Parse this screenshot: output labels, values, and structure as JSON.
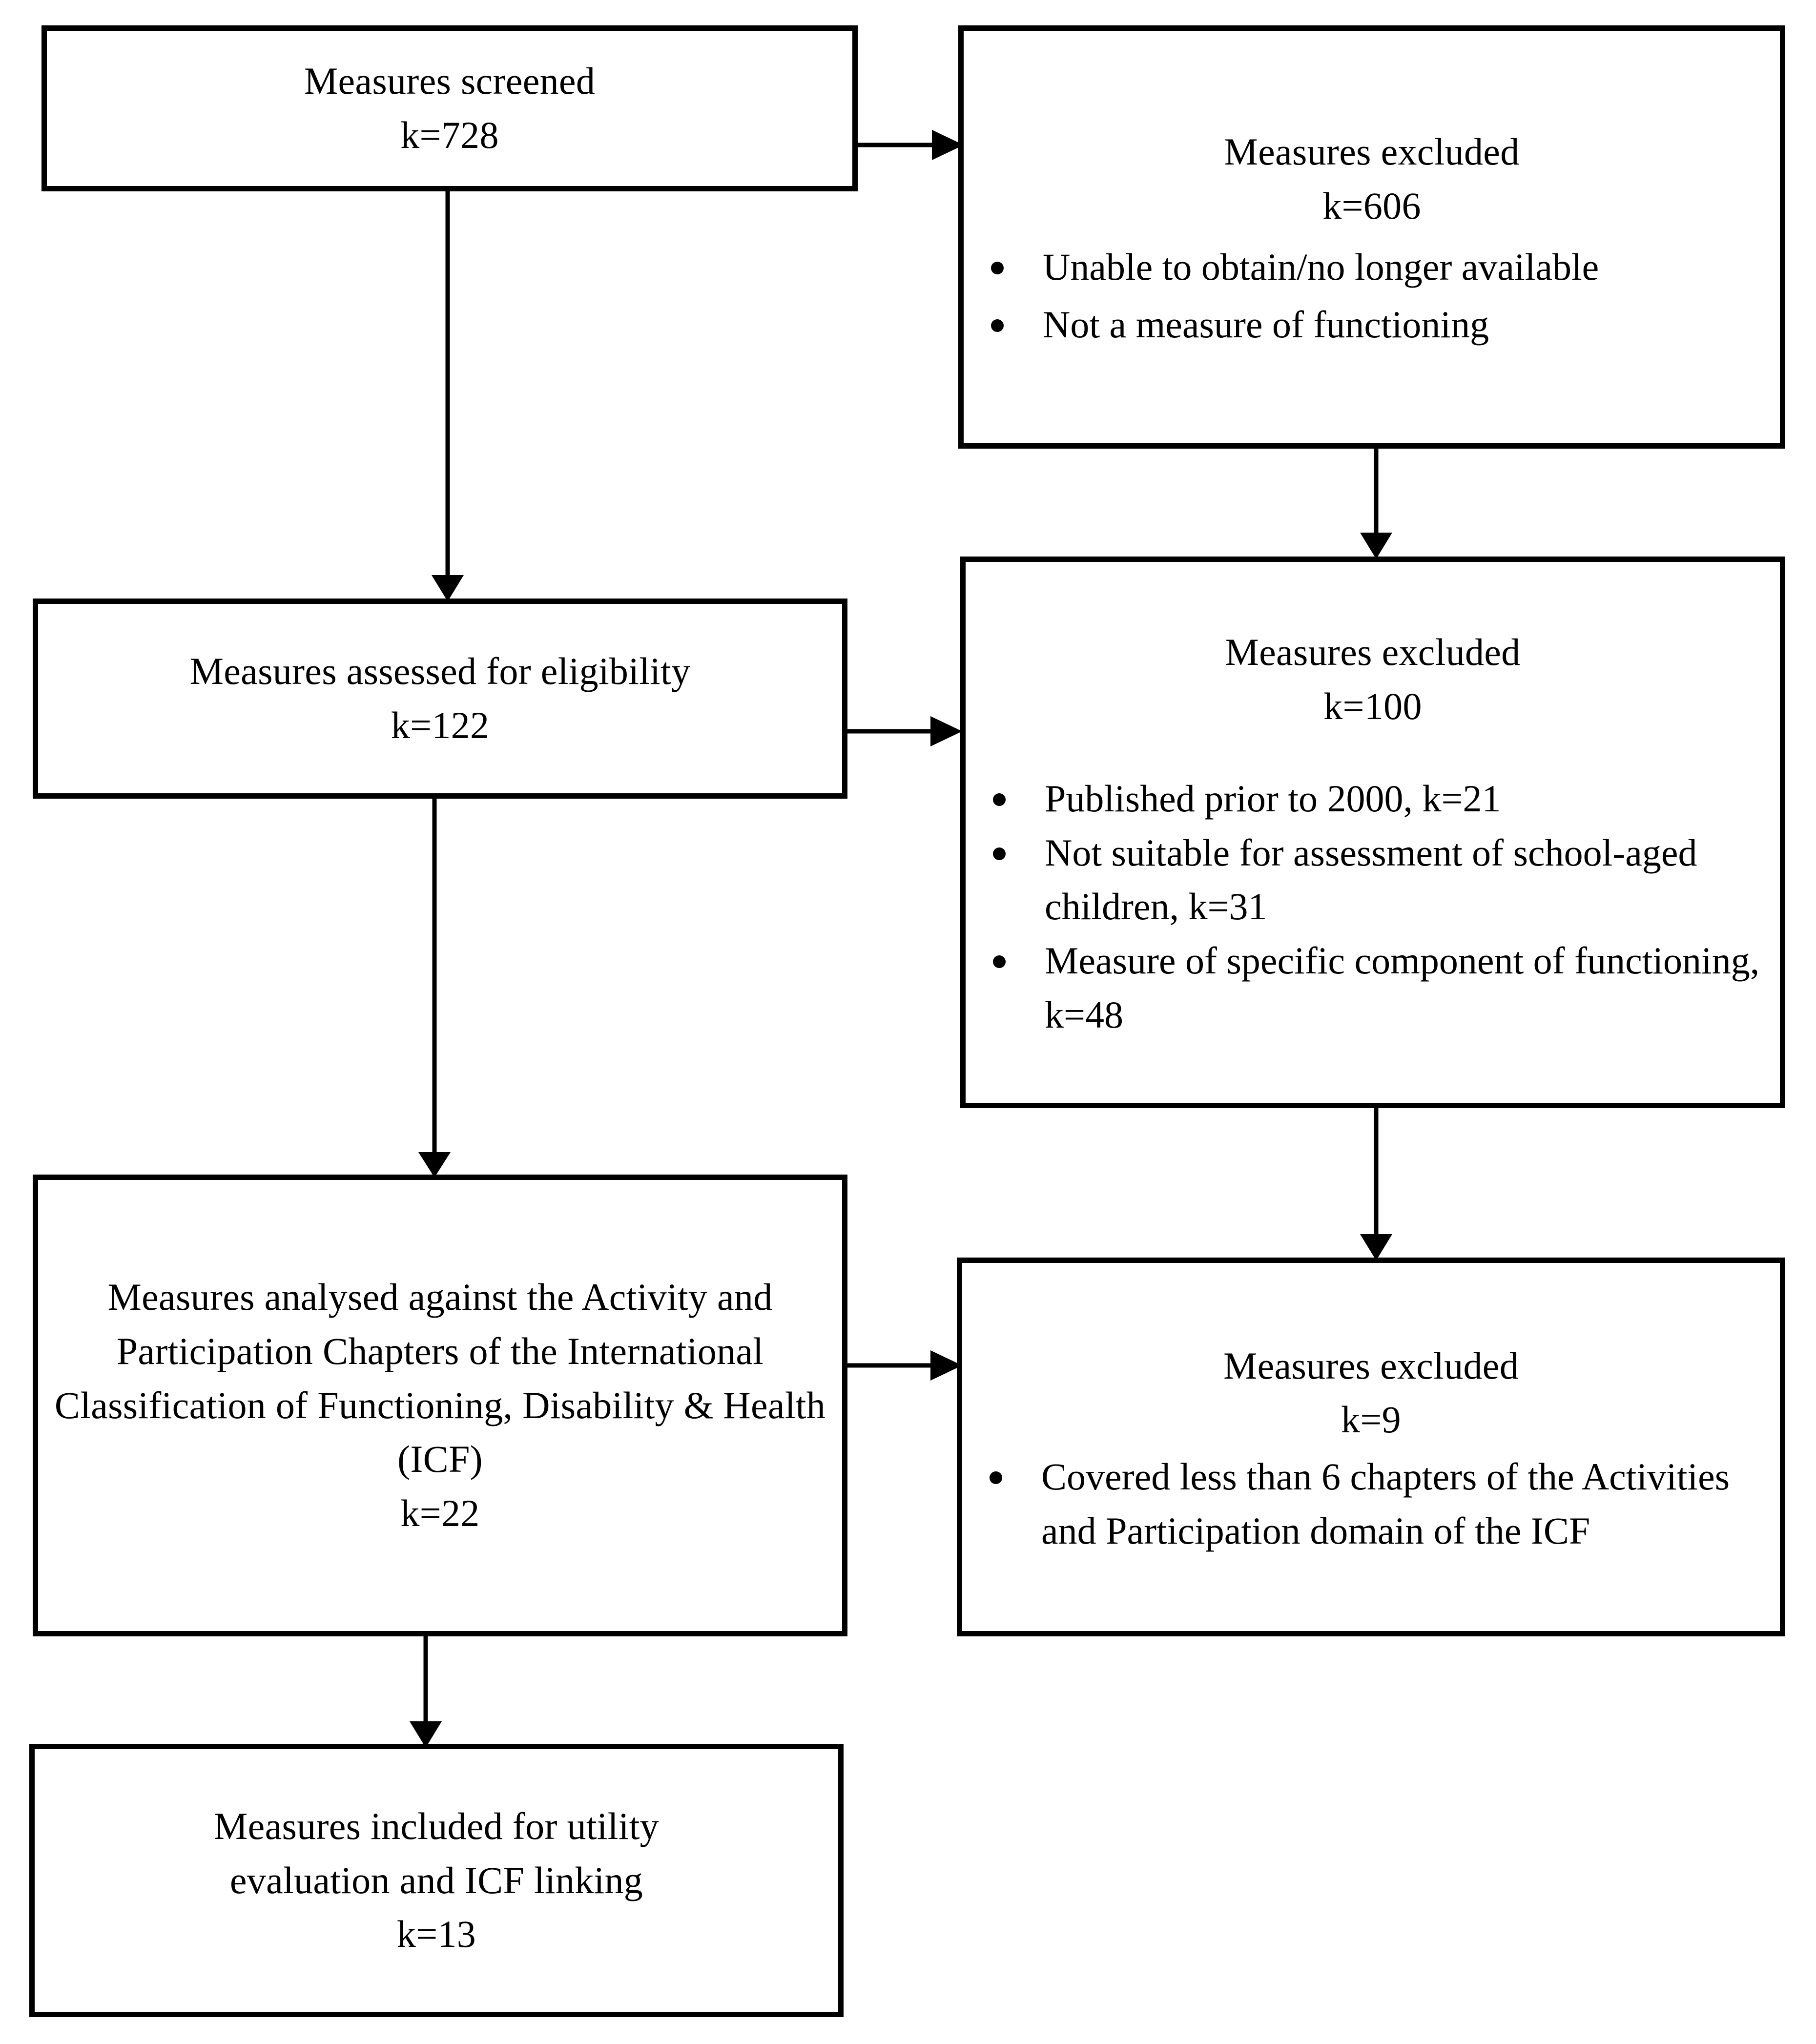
{
  "diagram": {
    "type": "prisma-flowchart",
    "title": "Measure screening and selection flow",
    "line_color": "#000000",
    "box_border_color": "#000000",
    "background": "#ffffff"
  },
  "boxes": [
    {
      "id": "screened",
      "heading": "Measures screened",
      "count_label": "k=728",
      "bullets": []
    },
    {
      "id": "excluded-1",
      "heading": "Measures excluded",
      "count_label": "k=606",
      "bullets": [
        "Unable to obtain/no longer available",
        "Not a measure of functioning"
      ]
    },
    {
      "id": "eligibility",
      "heading": "Measures assessed for eligibility",
      "count_label": "k=122",
      "bullets": []
    },
    {
      "id": "excluded-2",
      "heading": "Measures excluded",
      "count_label": "k=100",
      "bullets": [
        "Published prior to 2000, k=21",
        "Not suitable for assessment of school-aged children, k=31",
        "Measure of specific component of functioning, k=48"
      ]
    },
    {
      "id": "analysed",
      "heading": "Measures analysed against the Activity and Participation Chapters of the International Classification of Functioning, Disability & Health (ICF)",
      "count_label": "k=22",
      "bullets": []
    },
    {
      "id": "excluded-3",
      "heading": "Measures excluded",
      "count_label": "k=9",
      "bullets": [
        "Covered less than 6 chapters of the Activities and Participation domain of the ICF"
      ]
    },
    {
      "id": "included",
      "heading": "Measures included for utility evaluation and ICF linking",
      "count_label": "k=13",
      "bullets": []
    }
  ],
  "counts": {
    "screened": 728,
    "excluded_1": 606,
    "eligibility": 122,
    "excluded_2": 100,
    "excluded_2_published_prior_2000": 21,
    "excluded_2_not_suitable_school_aged": 31,
    "excluded_2_specific_component": 48,
    "analysed": 22,
    "excluded_3": 9,
    "included": 13
  },
  "connectors": [
    {
      "id": "screened-to-excluded1",
      "from": "screened",
      "to": "excluded-1",
      "direction": "right"
    },
    {
      "id": "screened-to-eligibility",
      "from": "screened",
      "to": "eligibility",
      "direction": "down"
    },
    {
      "id": "excluded1-to-excluded2",
      "from": "excluded-1",
      "to": "excluded-2",
      "direction": "down"
    },
    {
      "id": "eligibility-to-excluded2",
      "from": "eligibility",
      "to": "excluded-2",
      "direction": "right"
    },
    {
      "id": "eligibility-to-analysed",
      "from": "eligibility",
      "to": "analysed",
      "direction": "down"
    },
    {
      "id": "excluded2-to-excluded3",
      "from": "excluded-2",
      "to": "excluded-3",
      "direction": "down"
    },
    {
      "id": "analysed-to-excluded3",
      "from": "analysed",
      "to": "excluded-3",
      "direction": "right"
    },
    {
      "id": "analysed-to-included",
      "from": "analysed",
      "to": "included",
      "direction": "down"
    }
  ]
}
